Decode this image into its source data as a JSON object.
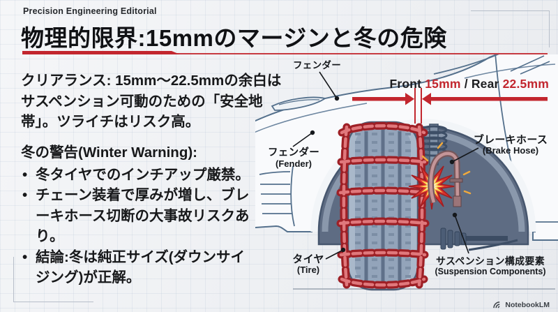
{
  "meta": {
    "eyebrow": "Precision Engineering Editorial",
    "title": "物理的限界:15mmのマージンと冬の危険",
    "brand": "NotebookLM"
  },
  "content": {
    "clearance_paragraph": "クリアランス: 15mm〜22.5mmの余白はサスペンション可動のための「安全地帯」。ツライチはリスク高。",
    "warning_heading": "冬の警告(Winter Warning):",
    "warnings": [
      "冬タイヤでのインチアップ厳禁。",
      "チェーン装着で厚みが増し、ブレーキホース切断の大事故リスクあり。",
      "結論:冬は純正サイズ(ダウンサイジング)が正解。"
    ]
  },
  "diagram": {
    "measurement": {
      "front_label": "Front",
      "front_value": "15mm",
      "separator": "/",
      "rear_label": "Rear",
      "rear_value": "22.5mm"
    },
    "labels": {
      "fender_top": "フェンダー",
      "fender_side_jp": "フェンダー",
      "fender_side_en": "(Fender)",
      "brake_hose_jp": "ブレーキホース",
      "brake_hose_en": "(Brake Hose)",
      "tire_jp": "タイヤ",
      "tire_en": "(Tire)",
      "suspension_jp": "サスペンション構成要素",
      "suspension_en": "(Suspension Components)"
    }
  },
  "colors": {
    "accent_red": "#c2262e",
    "ink": "#17181a",
    "outline_blue": "#54708c",
    "well_dark": "#5e6c83",
    "tire_fill": "#a9b8ca",
    "chain_dark": "#9e2026",
    "chain_light": "#e0787c",
    "hose_pink": "#c49598",
    "spark_yellow": "#f0a93c",
    "frame_line": "#b7bec9",
    "ground_line": "#9aa3b0",
    "brand_ink": "#3b4046"
  }
}
